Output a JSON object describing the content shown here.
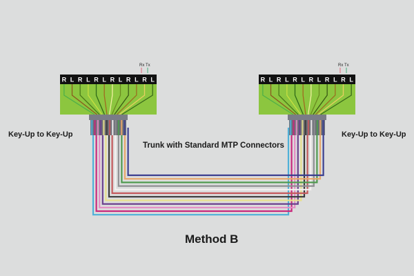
{
  "labels": {
    "left_connector": "Key-Up to Key-Up",
    "right_connector": "Key-Up to Key-Up",
    "trunk": "Trunk with Standard MTP Connectors",
    "method": "Method B",
    "rx": "Rx",
    "tx": "Tx"
  },
  "ports": [
    "R",
    "L",
    "R",
    "L",
    "R",
    "L",
    "R",
    "L",
    "R",
    "L",
    "R",
    "L"
  ],
  "colors": {
    "background": "#dcdddd",
    "panel_green": "#8cc63f",
    "panel_header": "#111111",
    "connector_body": "#7a7c86",
    "rx": "#e07b8a",
    "tx": "#5fb88c"
  },
  "fibers": [
    {
      "name": "blue",
      "color": "#3b3f8f"
    },
    {
      "name": "orange",
      "color": "#e8a66a"
    },
    {
      "name": "green",
      "color": "#4f9a4f"
    },
    {
      "name": "slate",
      "color": "#8e8f92"
    },
    {
      "name": "white",
      "color": "#f4f0f0"
    },
    {
      "name": "red",
      "color": "#c4595c"
    },
    {
      "name": "black",
      "color": "#3a3a3a"
    },
    {
      "name": "yellow",
      "color": "#e8e08c"
    },
    {
      "name": "violet",
      "color": "#6a3f8c"
    },
    {
      "name": "rose",
      "color": "#e58cc4"
    },
    {
      "name": "magenta",
      "color": "#c8287c"
    },
    {
      "name": "aqua",
      "color": "#4fb0d8"
    }
  ],
  "panel_wires": [
    "#4fb048",
    "#8a5a1e",
    "#4a7a1a",
    "#c8e040",
    "#2e6a18",
    "#a06a20",
    "#f0f0a0",
    "#6a8a20",
    "#3a5a14",
    "#9a7020",
    "#e8d060",
    "#3a6a1a"
  ]
}
